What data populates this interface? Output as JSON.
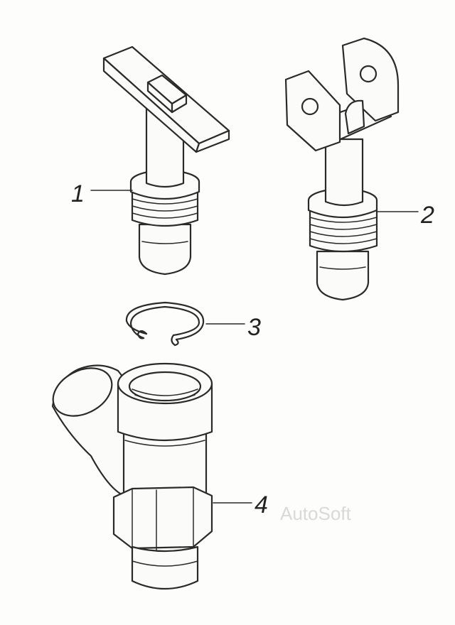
{
  "callouts": {
    "part1": "1",
    "part2": "2",
    "part3": "3",
    "part4": "4"
  },
  "watermark": "AutoSoft",
  "colors": {
    "line": "#2a2a2a",
    "background": "#fdfdfb",
    "watermark": "#d9d9d9"
  }
}
